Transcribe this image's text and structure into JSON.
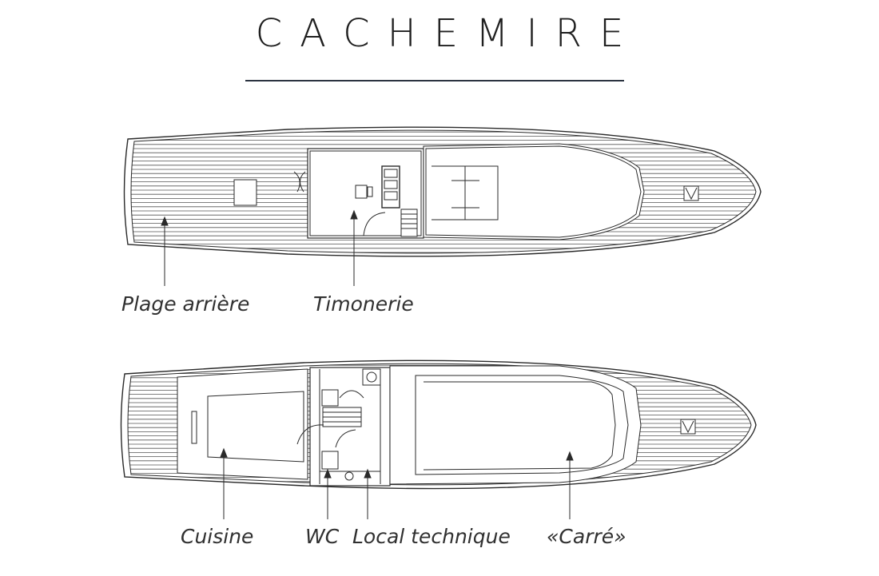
{
  "title": "CACHEMIRE",
  "upper_deck": {
    "labels": {
      "aft_deck": "Plage arrière",
      "wheelhouse": "Timonerie"
    }
  },
  "lower_deck": {
    "labels": {
      "galley": "Cuisine",
      "toilet": "WC",
      "technical_room": "Local technique",
      "saloon": "«Carré»"
    }
  },
  "colors": {
    "line": "#2a2a2a",
    "text": "#303030",
    "rule": "#2b3340"
  }
}
